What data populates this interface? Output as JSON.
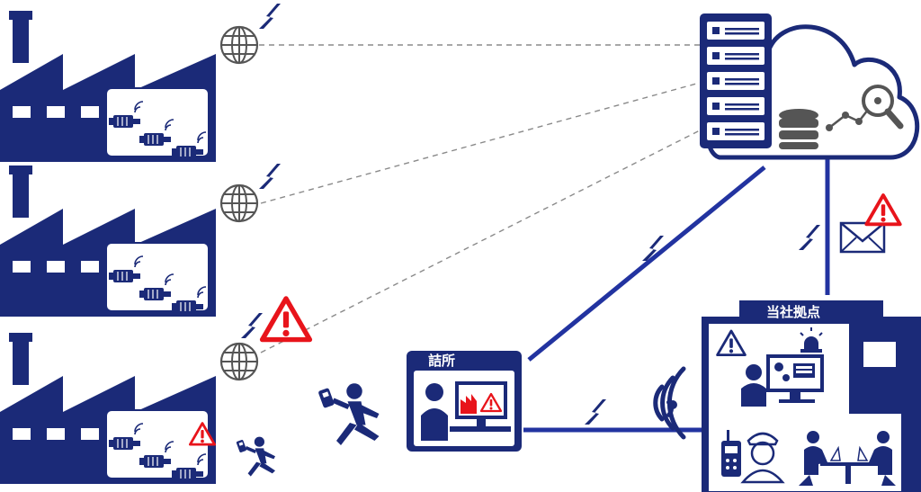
{
  "labels": {
    "waiting_room": "詰所",
    "company_base": "当社拠点"
  },
  "colors": {
    "navy": "#1b2a78",
    "link_blue": "#2233a0",
    "alert_red": "#e8141b",
    "dash_gray": "#8a8a8a",
    "white": "#ffffff"
  },
  "factories": [
    {
      "name": "factory-1",
      "alert": false
    },
    {
      "name": "factory-2",
      "alert": false
    },
    {
      "name": "factory-3",
      "alert": true
    }
  ],
  "icons": [
    "factory-icon",
    "globe-icon",
    "lightning-icon",
    "server-icon",
    "cloud-icon",
    "database-icon",
    "analytics-search-icon",
    "warning-icon",
    "mail-icon",
    "running-worker-icon",
    "operator-monitor-icon",
    "wireless-signal-icon",
    "radio-icon",
    "meeting-icon",
    "alarm-lamp-icon",
    "gear-icon"
  ]
}
